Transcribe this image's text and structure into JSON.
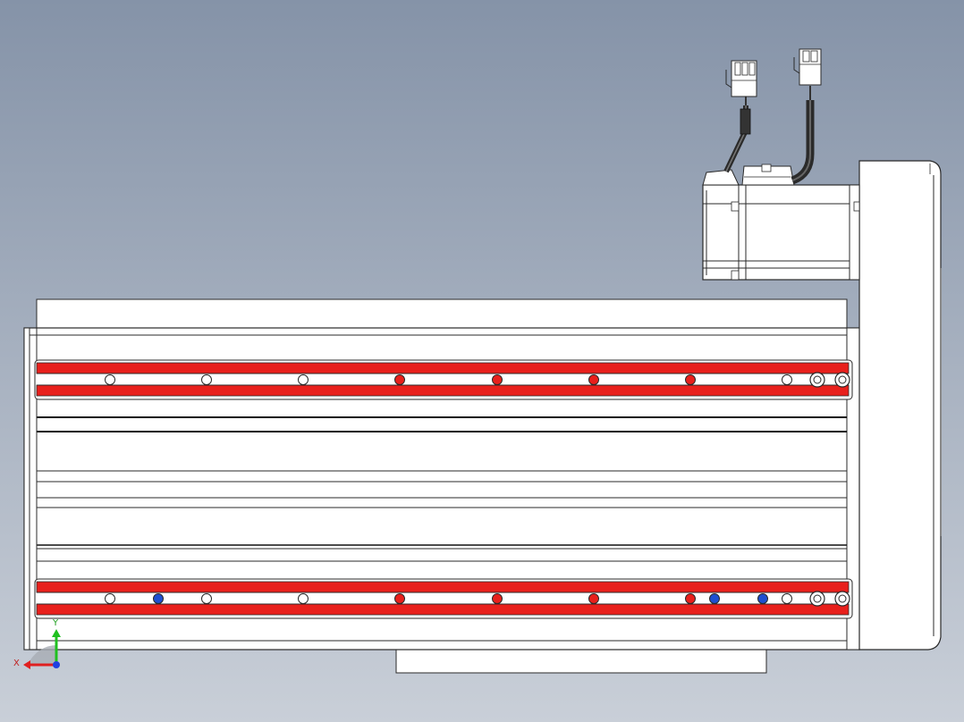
{
  "viewport": {
    "background_top": "#8593a8",
    "background_bottom": "#c9cfd8"
  },
  "colors": {
    "rail_red": "#e8201c",
    "outline": "#2a2a2a",
    "body": "#ffffff",
    "hole_red": "#e8201c",
    "hole_blue": "#1f4fd0",
    "hole_white": "#ffffff",
    "cable": "#2b2b2b",
    "triad_x": "#e02020",
    "triad_y": "#20c020",
    "triad_z": "#2040e0"
  },
  "triad": {
    "x_label": "X",
    "y_label": "Y"
  },
  "rails": {
    "top_holes": [
      "white",
      "white",
      "white",
      "red",
      "red",
      "red",
      "red",
      "white"
    ],
    "bottom_holes": [
      "white",
      "blue",
      "white",
      "white",
      "red",
      "red",
      "red",
      "red",
      "blue",
      "blue",
      "white"
    ]
  }
}
